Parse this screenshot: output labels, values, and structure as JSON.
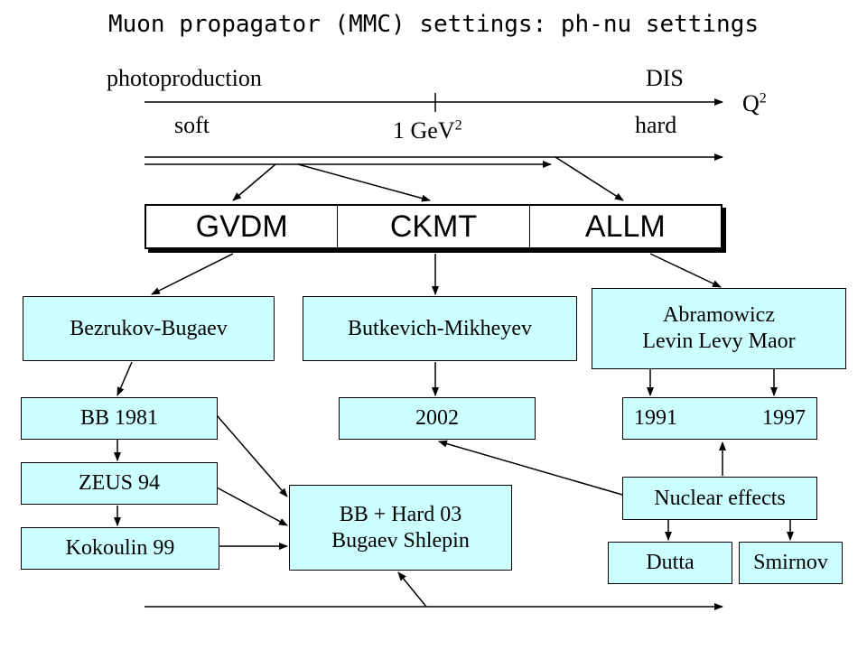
{
  "title": "Muon propagator (MMC) settings: ph-nu settings",
  "axis": {
    "left_top": "photoproduction",
    "right_top": "DIS",
    "left_bottom": "soft",
    "right_bottom": "hard",
    "center_label": "1 GeV",
    "center_label_sup": "2",
    "axis_var": "Q",
    "axis_var_sup": "2"
  },
  "models": [
    "GVDM",
    "CKMT",
    "ALLM"
  ],
  "boxes": {
    "bezrukov": "Bezrukov-Bugaev",
    "butkevich": "Butkevich-Mikheyev",
    "abramowicz_line1": "Abramowicz",
    "abramowicz_line2": "Levin Levy Maor",
    "bb1981": "BB 1981",
    "zeus94": "ZEUS 94",
    "kokoulin99": "Kokoulin 99",
    "year2002": "2002",
    "year1991": "1991",
    "year1997": "1997",
    "bbhard_line1": "BB + Hard 03",
    "bbhard_line2": "Bugaev Shlepin",
    "nuclear": "Nuclear effects",
    "dutta": "Dutta",
    "smirnov": "Smirnov"
  },
  "colors": {
    "box_fill": "#ccffff",
    "line": "#000000"
  }
}
